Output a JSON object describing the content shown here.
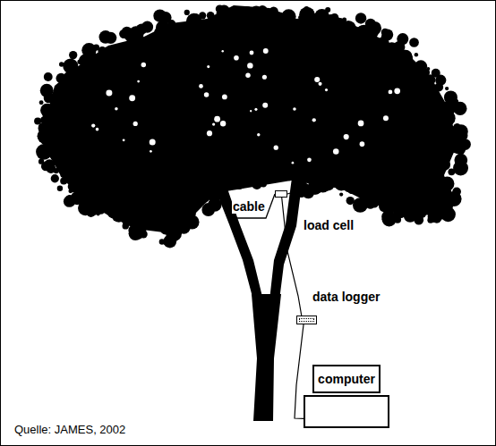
{
  "diagram": {
    "nodes": [
      {
        "text": [
          "load cell"
        ]
      },
      {
        "text": [
          "data logger"
        ]
      },
      {
        "text": [
          "computer"
        ]
      }
    ],
    "edges": [
      {
        "from": 0,
        "to": 1,
        "arrow": "none"
      },
      {
        "from": 1,
        "to": 2,
        "arrow": "none"
      }
    ],
    "labels": [
      "cable",
      "Quelle: JAMES, 2002"
    ]
  }
}
